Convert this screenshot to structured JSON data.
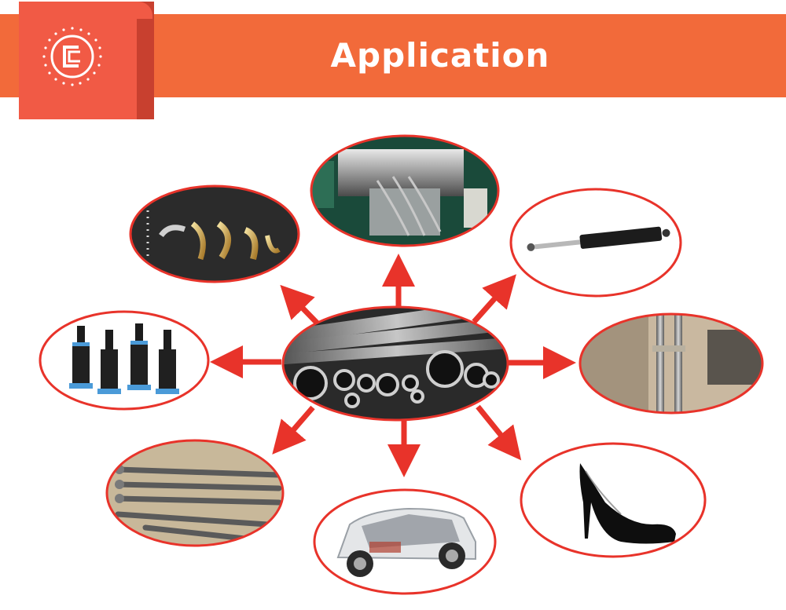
{
  "header": {
    "title": "Application",
    "banner_color": "#f26a3a",
    "logo_color": "#f15a45"
  },
  "diagram": {
    "center": "steel-tubes",
    "arrow_color": "#e8332a",
    "ring_color": "#e8332a",
    "applications": [
      {
        "name": "bent-brass-fittings"
      },
      {
        "name": "diesel-engine"
      },
      {
        "name": "gas-spring-strut"
      },
      {
        "name": "coilover-shock-absorbers"
      },
      {
        "name": "door-handle-bar"
      },
      {
        "name": "long-shafts"
      },
      {
        "name": "car-cutaway"
      },
      {
        "name": "high-heel-shoe"
      }
    ]
  }
}
